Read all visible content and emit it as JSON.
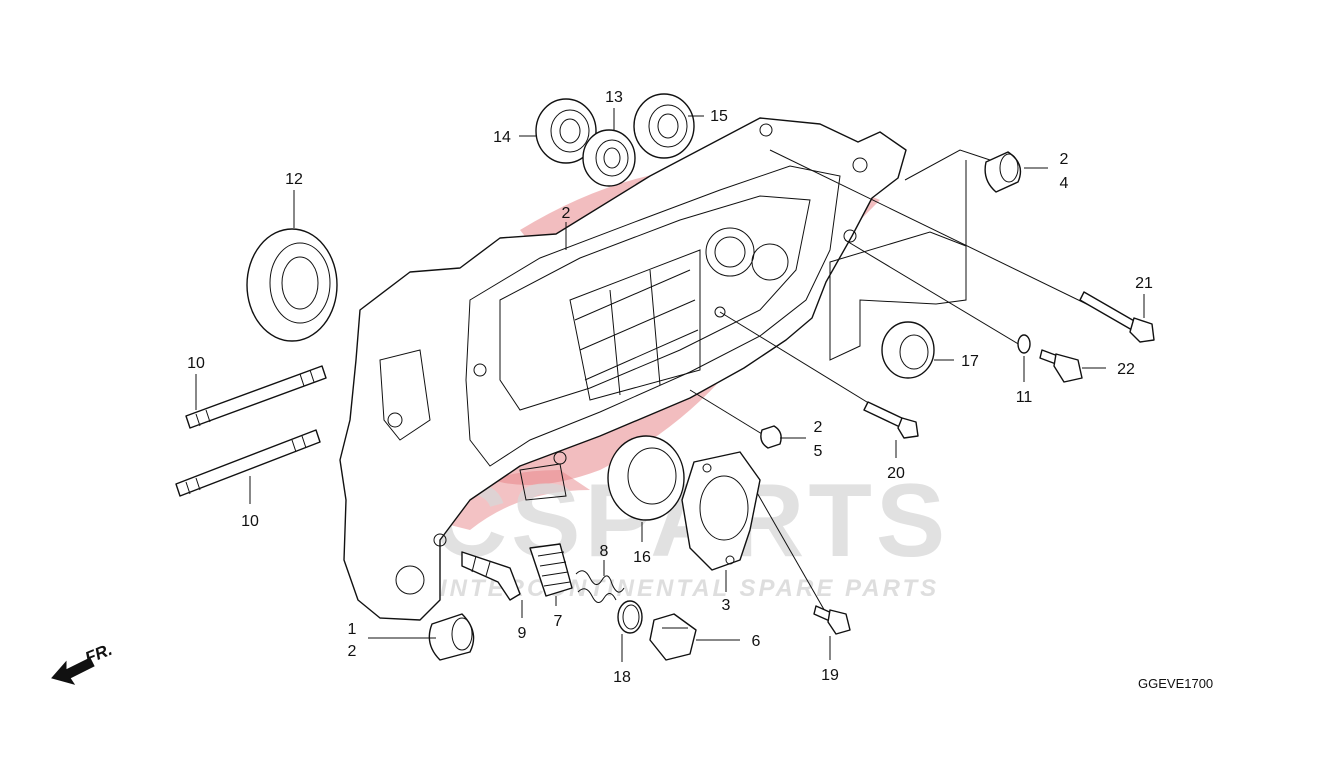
{
  "watermark": {
    "brand": "CSPARTS",
    "tagline": "INTERCONTINENTAL SPARE PARTS",
    "accent_color": "#e8868a"
  },
  "diagram_code": "GGEVE1700",
  "direction": {
    "label": "FR.",
    "icon": "front-arrow-icon"
  },
  "callouts": {
    "c1": "1",
    "c2a": "2",
    "c2b": "2",
    "c2c": "2",
    "c2d": "2",
    "c3": "3",
    "c4": "4",
    "c5": "5",
    "c6": "6",
    "c7": "7",
    "c8": "8",
    "c9": "9",
    "c10a": "10",
    "c10b": "10",
    "c11": "11",
    "c12": "12",
    "c13": "13",
    "c14": "14",
    "c15": "15",
    "c16": "16",
    "c17": "17",
    "c18": "18",
    "c19": "19",
    "c20": "20",
    "c21": "21",
    "c22": "22"
  }
}
